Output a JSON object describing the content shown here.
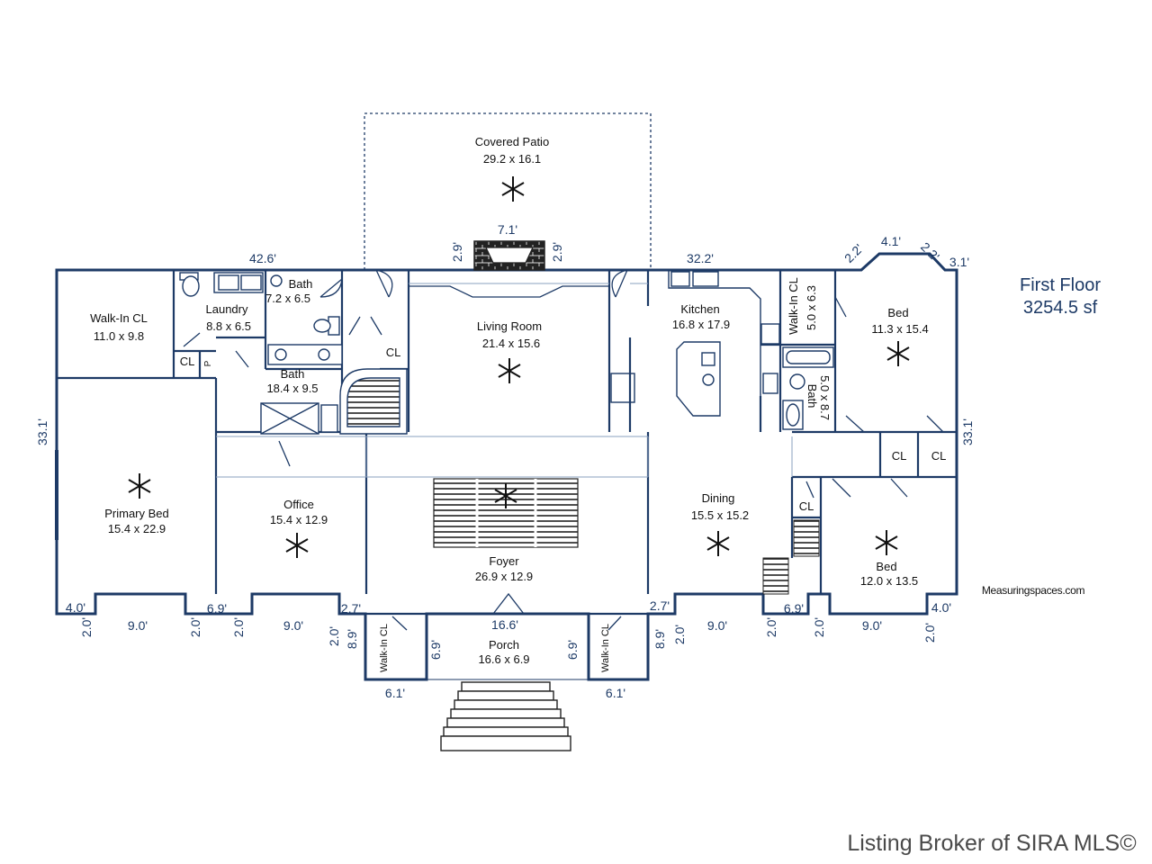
{
  "header": {
    "floor_title": "First Floor",
    "floor_area": "3254.5 sf"
  },
  "rooms": {
    "covered_patio": {
      "name": "Covered Patio",
      "size": "29.2 x 16.1"
    },
    "walkin_cl": {
      "name": "Walk-In CL",
      "size": "11.0 x 9.8"
    },
    "laundry": {
      "name": "Laundry",
      "size": "8.8 x 6.5"
    },
    "bath_small": {
      "name": "Bath",
      "size": "7.2 x 6.5"
    },
    "bath_main": {
      "name": "Bath",
      "size": "18.4 x 9.5"
    },
    "living_room": {
      "name": "Living Room",
      "size": "21.4 x 15.6"
    },
    "kitchen": {
      "name": "Kitchen",
      "size": "16.8 x 17.9"
    },
    "walkin_cl_right": {
      "name": "Walk-In CL",
      "size": "5.0 x 6.3"
    },
    "bath_right": {
      "name": "Bath",
      "size": "5.0 x 8.7"
    },
    "bed_upper": {
      "name": "Bed",
      "size": "11.3 x 15.4"
    },
    "primary_bed": {
      "name": "Primary Bed",
      "size": "15.4 x 22.9"
    },
    "office": {
      "name": "Office",
      "size": "15.4 x 12.9"
    },
    "foyer": {
      "name": "Foyer",
      "size": "26.9 x 12.9"
    },
    "dining": {
      "name": "Dining",
      "size": "15.5 x 15.2"
    },
    "bed_lower": {
      "name": "Bed",
      "size": "12.0 x 13.5"
    },
    "porch": {
      "name": "Porch",
      "size": "16.6 x 6.9"
    },
    "walkin_cl_porch_left": {
      "name": "Walk-In CL"
    },
    "walkin_cl_porch_right": {
      "name": "Walk-In CL"
    }
  },
  "closets": {
    "label": "CL",
    "pantry_label": "P"
  },
  "dimensions": {
    "top_left_width": "42.6'",
    "top_right_width": "32.2'",
    "fireplace_width": "7.1'",
    "fireplace_depth": "2.9'",
    "bay_width": "4.1'",
    "bay_angle": "2.2'",
    "right_jog": "3.1'",
    "left_depth": "33.1'",
    "right_depth": "33.1'",
    "bump_four": "4.0'",
    "bump_two": "2.0'",
    "bump_nine": "9.0'",
    "bump_six_nine": "6.9'",
    "bump_two_seven": "2.7'",
    "bump_eight_nine": "8.9'",
    "porch_width": "16.6'",
    "porch_depth": "6.9'",
    "porch_closet_width": "6.1'"
  },
  "credit": "Measuringspaces.com",
  "watermark": "Listing Broker of SIRA MLS©",
  "colors": {
    "wall": "#1d3a66",
    "thin_line": "#8aa0bf",
    "text": "#111111",
    "dimension": "#1d3a66"
  }
}
